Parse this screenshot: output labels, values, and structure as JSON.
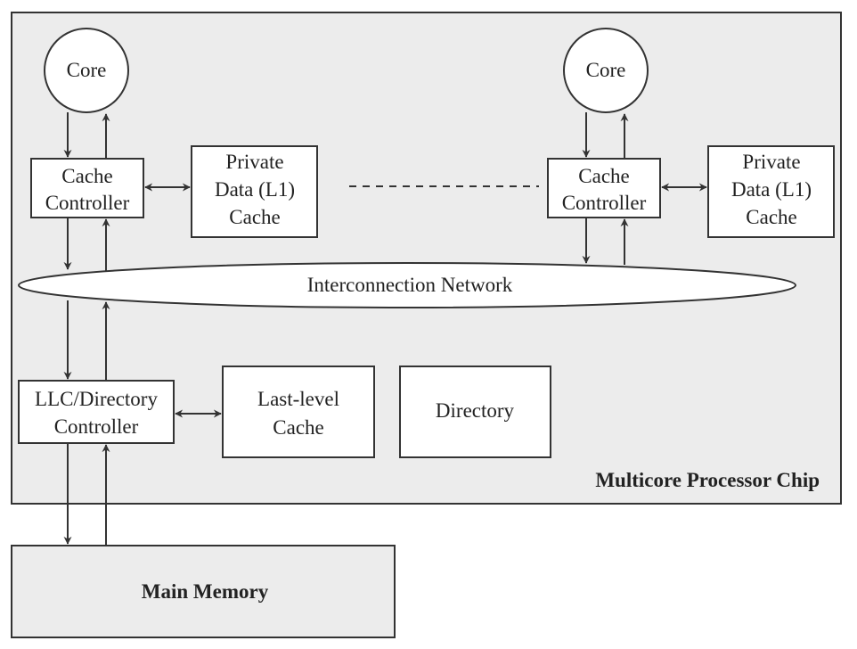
{
  "colors": {
    "chip_fill": "#ececec",
    "memory_fill": "#ececec",
    "box_fill": "#ffffff",
    "stroke": "#333333"
  },
  "chip": {
    "label": "Multicore Processor Chip"
  },
  "core_left": {
    "label": "Core"
  },
  "core_right": {
    "label": "Core"
  },
  "cache_controller_left": {
    "line1": "Cache",
    "line2": "Controller"
  },
  "cache_controller_right": {
    "line1": "Cache",
    "line2": "Controller"
  },
  "private_cache_left": {
    "line1": "Private",
    "line2": "Data (L1)",
    "line3": "Cache"
  },
  "private_cache_right": {
    "line1": "Private",
    "line2": "Data (L1)",
    "line3": "Cache"
  },
  "interconnect": {
    "label": "Interconnection Network"
  },
  "llc_controller": {
    "line1": "LLC/Directory",
    "line2": "Controller"
  },
  "last_level_cache": {
    "line1": "Last-level",
    "line2": "Cache"
  },
  "directory": {
    "label": "Directory"
  },
  "main_memory": {
    "label": "Main Memory"
  }
}
